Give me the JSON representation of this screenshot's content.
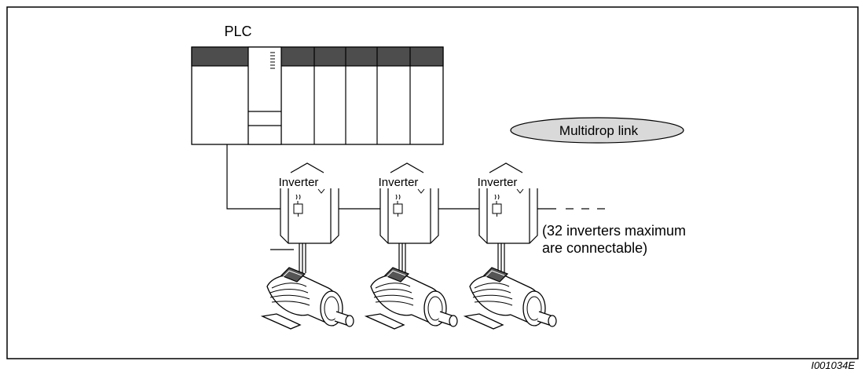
{
  "plc_label": "PLC",
  "callout": "Multidrop link",
  "inverter_label": "Inverter",
  "note_line1": "(32 inverters maximum",
  "note_line2": "are connectable)",
  "figure_id": "I001034E",
  "colors": {
    "stroke": "#000000",
    "plc_header": "#4d4d4d",
    "callout_fill": "#d9d9d9",
    "background": "#ffffff"
  }
}
